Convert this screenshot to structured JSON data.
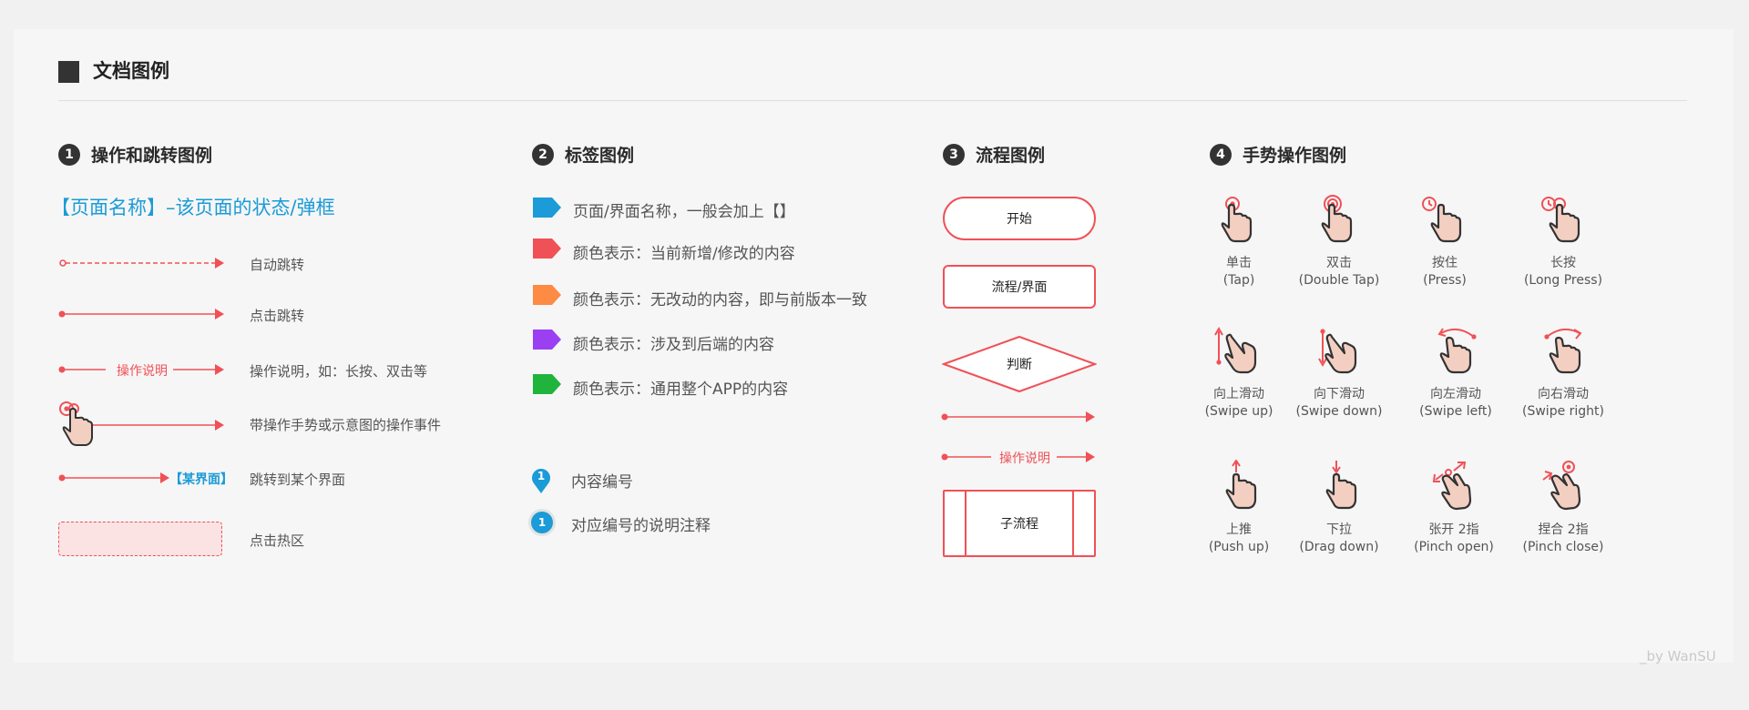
{
  "header": {
    "title": "文档图例"
  },
  "sections": {
    "s1": {
      "num": "1",
      "title": "操作和跳转图例"
    },
    "s2": {
      "num": "2",
      "title": "标签图例"
    },
    "s3": {
      "num": "3",
      "title": "流程图例"
    },
    "s4": {
      "num": "4",
      "title": "手势操作图例"
    }
  },
  "s1": {
    "page_name": "【页面名称】–该页面的状态/弹框",
    "rows": [
      {
        "label": "自动跳转"
      },
      {
        "label": "点击跳转"
      },
      {
        "label": "操作说明，如：长按、双击等",
        "inline": "操作说明"
      },
      {
        "label": "带操作手势或示意图的操作事件"
      },
      {
        "label": "跳转到某个界面",
        "inline": "【某界面】"
      },
      {
        "label": "点击热区"
      }
    ]
  },
  "s2": {
    "tags": [
      {
        "label": "页面/界面名称，一般会加上【】",
        "color": "#1b9bd7"
      },
      {
        "label": "颜色表示：当前新增/修改的内容",
        "color": "#f05157"
      },
      {
        "label": "颜色表示：无改动的内容，即与前版本一致",
        "color": "#fd8b44"
      },
      {
        "label": "颜色表示：涉及到后端的内容",
        "color": "#9b3ff3"
      },
      {
        "label": "颜色表示：通用整个APP的内容",
        "color": "#20b43c"
      }
    ],
    "markers": [
      {
        "num": "1",
        "label": "内容编号"
      },
      {
        "num": "1",
        "label": "对应编号的说明注释"
      }
    ]
  },
  "s3": {
    "start": "开始",
    "process": "流程/界面",
    "decision": "判断",
    "arrow_note": "操作说明",
    "subflow": "子流程"
  },
  "s4": {
    "gestures": [
      {
        "cn": "单击",
        "en": "(Tap)",
        "icon": "tap-hand-icon"
      },
      {
        "cn": "双击",
        "en": "(Double Tap)",
        "icon": "double-tap-hand-icon"
      },
      {
        "cn": "按住",
        "en": "(Press)",
        "icon": "press-hand-icon"
      },
      {
        "cn": "长按",
        "en": "(Long Press)",
        "icon": "long-press-hand-icon"
      },
      {
        "cn": "向上滑动",
        "en": "(Swipe up)",
        "icon": "swipe-up-hand-icon"
      },
      {
        "cn": "向下滑动",
        "en": "(Swipe down)",
        "icon": "swipe-down-hand-icon"
      },
      {
        "cn": "向左滑动",
        "en": "(Swipe left)",
        "icon": "swipe-left-hand-icon"
      },
      {
        "cn": "向右滑动",
        "en": "(Swipe right)",
        "icon": "swipe-right-hand-icon"
      },
      {
        "cn": "上推",
        "en": "(Push up)",
        "icon": "push-up-hand-icon"
      },
      {
        "cn": "下拉",
        "en": "(Drag down)",
        "icon": "drag-down-hand-icon"
      },
      {
        "cn": "张开 2指",
        "en": "(Pinch open)",
        "icon": "pinch-open-hand-icon"
      },
      {
        "cn": "捏合 2指",
        "en": "(Pinch close)",
        "icon": "pinch-close-hand-icon"
      }
    ]
  },
  "signature": "_by WanSU",
  "colors": {
    "accent_red": "#f05157",
    "accent_blue": "#1b9bd7",
    "dark": "#333333"
  }
}
